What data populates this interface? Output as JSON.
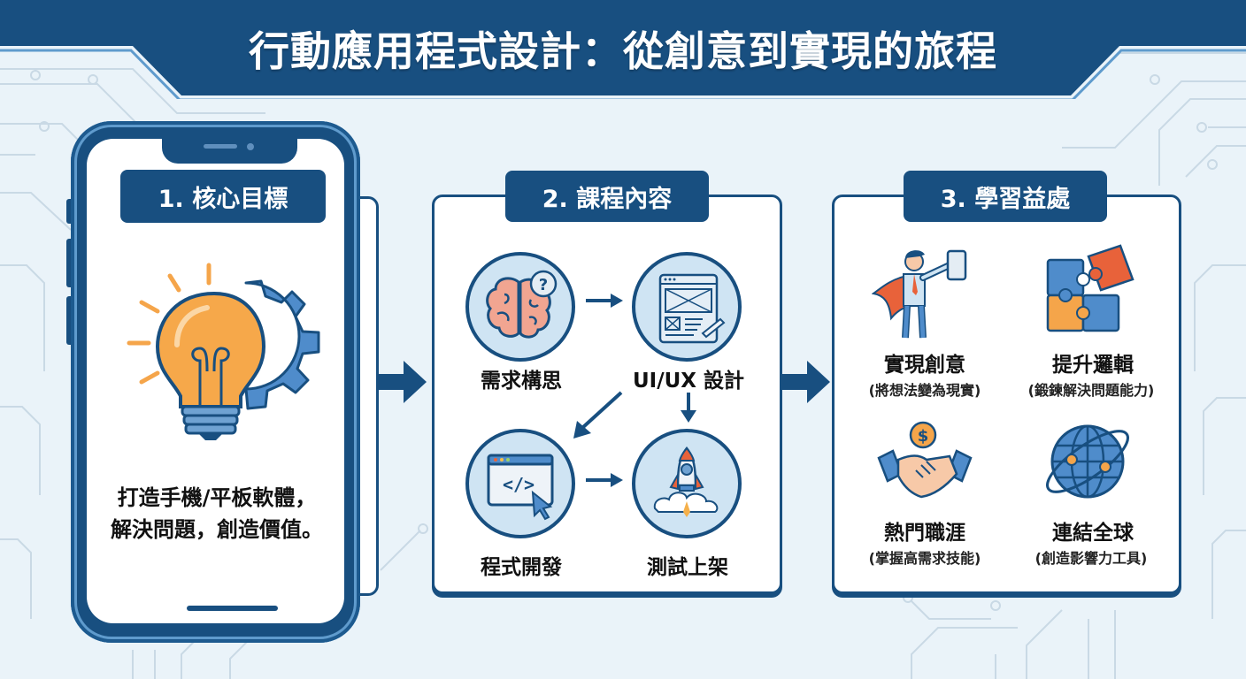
{
  "header": {
    "title": "行動應用程式設計：從創意到實現的旅程"
  },
  "colors": {
    "primary_navy": "#184f80",
    "accent_light_blue": "#5f9bcd",
    "circle_fill": "#cfe4f3",
    "orange": "#f5a54a",
    "red_orange": "#e8623a",
    "background": "#eaf3f9"
  },
  "sections": [
    {
      "tab_label": "1. 核心目標",
      "icon": "lightbulb-gear-icon",
      "description_lines": [
        "打造手機/平板軟體，",
        "解決問題，創造價值。"
      ]
    },
    {
      "tab_label": "2. 課程內容",
      "steps": [
        {
          "label": "需求構思",
          "icon": "brain-question-icon"
        },
        {
          "label": "UI/UX 設計",
          "icon": "wireframe-icon"
        },
        {
          "label": "程式開發",
          "icon": "code-window-icon"
        },
        {
          "label": "測試上架",
          "icon": "rocket-launch-icon"
        }
      ]
    },
    {
      "tab_label": "3. 學習益處",
      "benefits": [
        {
          "title": "實現創意",
          "subtitle": "(將想法變為現實)",
          "icon": "superhero-tablet-icon"
        },
        {
          "title": "提升邏輯",
          "subtitle": "(鍛鍊解決問題能力)",
          "icon": "puzzle-icon"
        },
        {
          "title": "熱門職涯",
          "subtitle": "(掌握高需求技能)",
          "icon": "handshake-dollar-icon"
        },
        {
          "title": "連結全球",
          "subtitle": "(創造影響力工具)",
          "icon": "globe-icon"
        }
      ]
    }
  ]
}
